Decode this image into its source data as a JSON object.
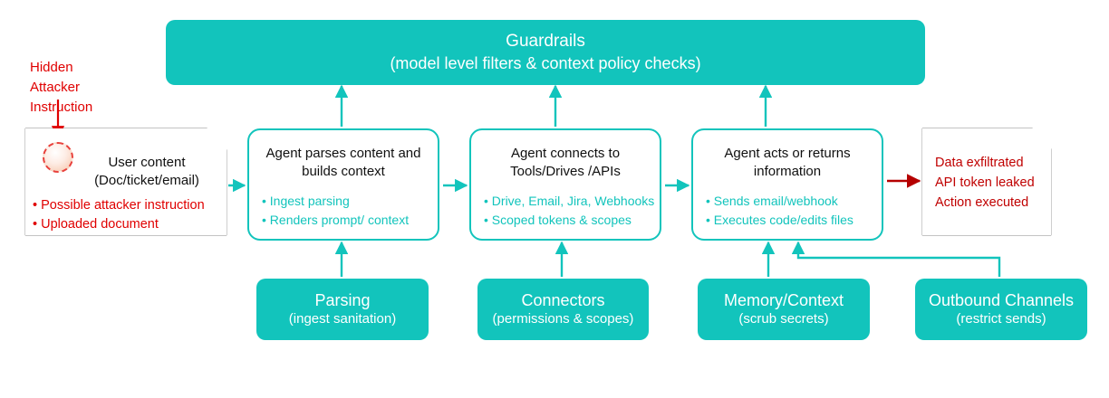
{
  "diagram": {
    "colors": {
      "teal": "#12C4BC",
      "red": "#E00000",
      "dark_red": "#B50000",
      "black": "#101010",
      "white": "#FFFFFF"
    },
    "guardrails": {
      "title": "Guardrails",
      "subtitle": "(model level filters & context policy checks)"
    },
    "threat_label": "Hidden\nAttacker\nInstruction",
    "threat_label_lines": [
      "Hidden",
      "Attacker",
      "Instruction"
    ],
    "source": {
      "title_lines": [
        "User content",
        "(Doc/ticket/email)"
      ],
      "bullets": [
        "Possible attacker instruction",
        "Uploaded document"
      ]
    },
    "stages": [
      {
        "title_lines": [
          "Agent parses content and",
          "builds context"
        ],
        "bullets": [
          "Ingest parsing",
          "Renders prompt/ context"
        ]
      },
      {
        "title_lines": [
          "Agent connects to",
          "Tools/Drives /APIs"
        ],
        "bullets": [
          "Drive, Email, Jira, Webhooks",
          "Scoped tokens & scopes"
        ]
      },
      {
        "title_lines": [
          "Agent acts or returns",
          "information"
        ],
        "bullets": [
          "Sends email/webhook",
          "Executes code/edits files"
        ]
      }
    ],
    "outcome": {
      "lines": [
        "Data exfiltrated",
        "API token leaked",
        "Action executed"
      ]
    },
    "controls": [
      {
        "title": "Parsing",
        "subtitle": "(ingest sanitation)"
      },
      {
        "title": "Connectors",
        "subtitle": "(permissions & scopes)"
      },
      {
        "title": "Memory/Context",
        "subtitle": "(scrub secrets)"
      },
      {
        "title": "Outbound Channels",
        "subtitle": "(restrict sends)"
      }
    ]
  }
}
